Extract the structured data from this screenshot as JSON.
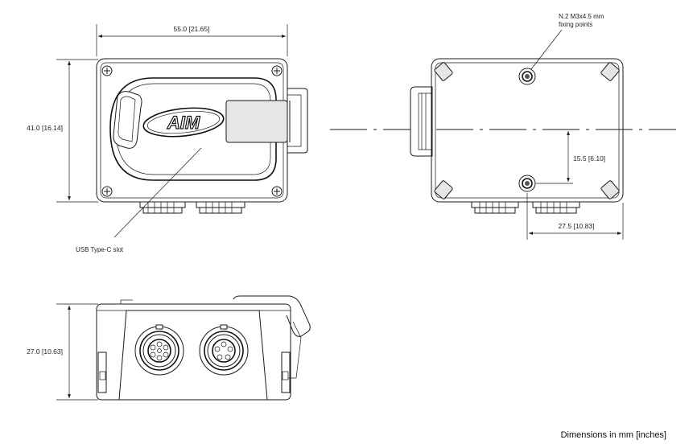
{
  "dimensions": {
    "width_top": "55.0 [21.65]",
    "height_left": "41.0 [16.14]",
    "height_bottom": "27.0 [10.63]",
    "offset_vertical": "15.5 [6.10]",
    "offset_horizontal": "27.5 [10.83]"
  },
  "notes": {
    "fixing_line1": "N.2 M3x4.5 mm",
    "fixing_line2": "fixing points",
    "usb_slot": "USB Type-C slot"
  },
  "logo_text": "AIM",
  "footer": "Dimensions in mm [inches]"
}
